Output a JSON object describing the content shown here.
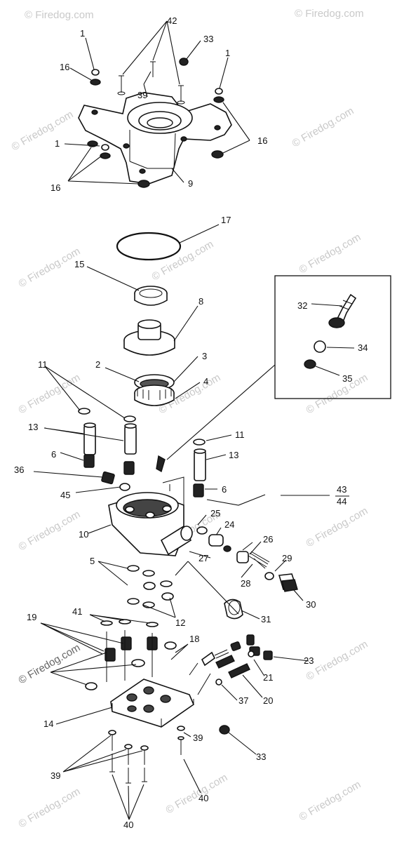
{
  "watermark": "© Firedog.com",
  "callouts": [
    "1",
    "16",
    "42",
    "33",
    "39",
    "1",
    "16",
    "1",
    "16",
    "9",
    "17",
    "15",
    "8",
    "32",
    "34",
    "35",
    "3",
    "2",
    "4",
    "11",
    "13",
    "11",
    "6",
    "13",
    "36",
    "45",
    "6",
    "43",
    "44",
    "25",
    "24",
    "10",
    "26",
    "5",
    "27",
    "29",
    "28",
    "30",
    "12",
    "31",
    "41",
    "19",
    "18",
    "23",
    "21",
    "20",
    "37",
    "14",
    "39",
    "33",
    "39",
    "40",
    "40"
  ],
  "colors": {
    "ink": "#111111",
    "watermark": "#c9c9c9",
    "background": "#ffffff"
  }
}
